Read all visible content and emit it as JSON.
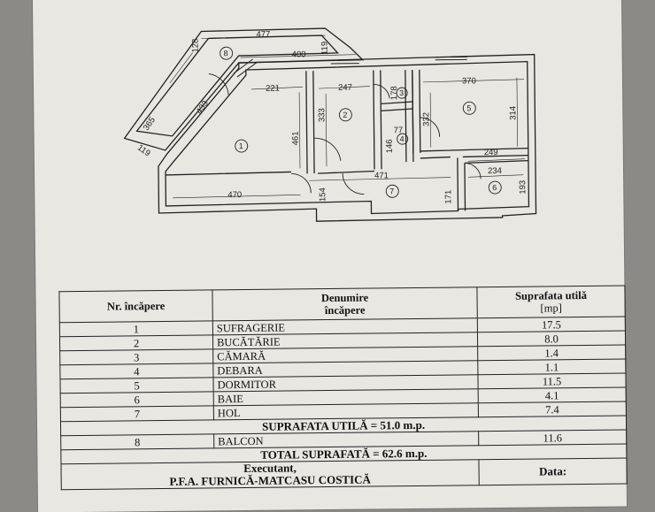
{
  "plan": {
    "rooms": [
      {
        "num": "1"
      },
      {
        "num": "2"
      },
      {
        "num": "3"
      },
      {
        "num": "4"
      },
      {
        "num": "5"
      },
      {
        "num": "6"
      },
      {
        "num": "7"
      },
      {
        "num": "8"
      }
    ],
    "dimensions": [
      "477",
      "128",
      "400",
      "119",
      "365",
      "433",
      "119",
      "221",
      "247",
      "178",
      "370",
      "333",
      "461",
      "332",
      "314",
      "77",
      "146",
      "249",
      "234",
      "193",
      "470",
      "471",
      "154",
      "171"
    ]
  },
  "table": {
    "headers": {
      "nr": "Nr. încăpere",
      "name_line1": "Denumire",
      "name_line2": "încăpere",
      "area_line1": "Suprafata utilă",
      "area_line2": "[mp]"
    },
    "rows": [
      {
        "nr": "1",
        "name": "SUFRAGERIE",
        "area": "17.5"
      },
      {
        "nr": "2",
        "name": "BUCĂTĂRIE",
        "area": "8.0"
      },
      {
        "nr": "3",
        "name": "CĂMARĂ",
        "area": "1.4"
      },
      {
        "nr": "4",
        "name": "DEBARA",
        "area": "1.1"
      },
      {
        "nr": "5",
        "name": "DORMITOR",
        "area": "11.5"
      },
      {
        "nr": "6",
        "name": "BAIE",
        "area": "4.1"
      },
      {
        "nr": "7",
        "name": "HOL",
        "area": "7.4"
      }
    ],
    "subtotal": "SUPRAFATA UTILĂ = 51.0 m.p.",
    "balcony": {
      "nr": "8",
      "name": "BALCON",
      "area": "11.6"
    },
    "total": "TOTAL SUPRAFATĂ = 62.6 m.p.",
    "executant_label": "Executant,",
    "executant_name": "P.F.A. FURNICĂ-MATCASU COSTICĂ",
    "date_label": "Data:"
  }
}
